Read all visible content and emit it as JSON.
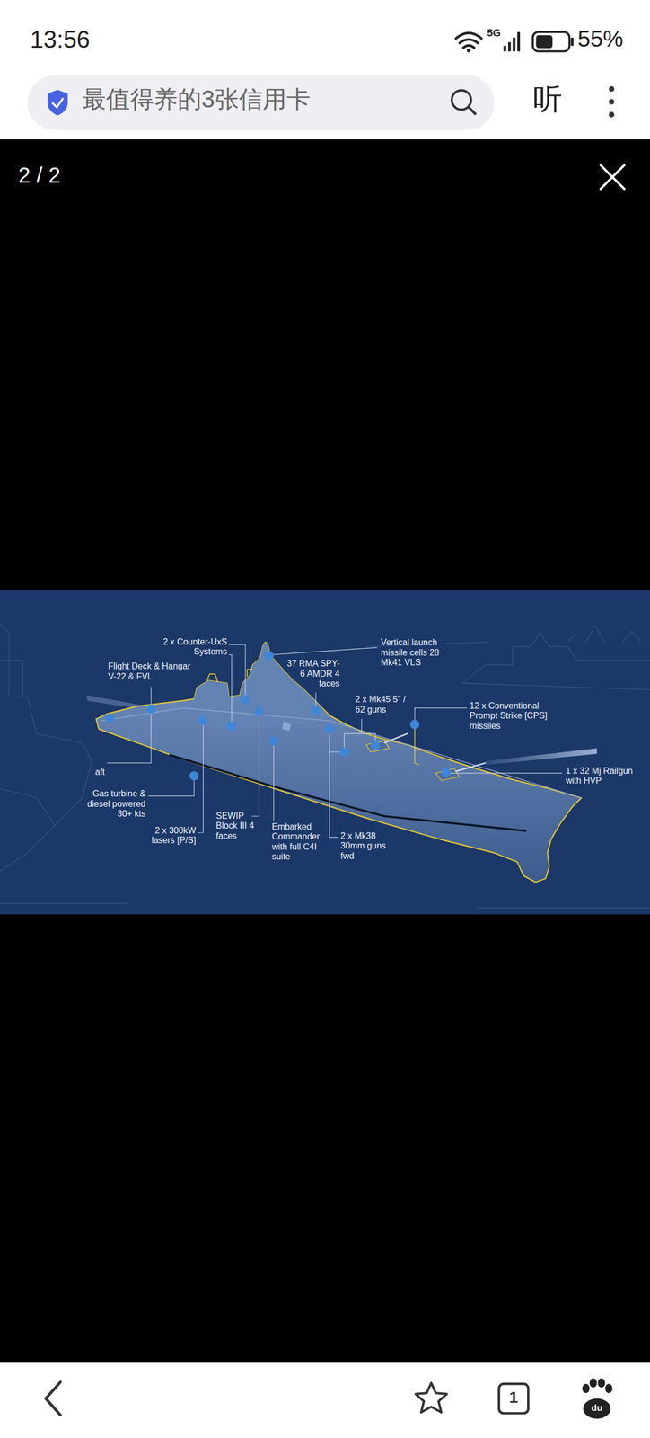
{
  "diagram": {
    "labels": [
      "13:56",
      "5G",
      "55%",
      "最值得养的3张信用卡",
      "听",
      "2 / 2",
      "2 x Counter-UxS Systems",
      "Flight Deck & Hangar V-22 & FVL",
      "37 RMA SPY-6 AMDR 4 faces",
      "Vertical launch missile cells 28 Mk41 VLS",
      "2 x Mk45 5\" / 62 guns",
      "12 x Conventional Prompt Strike [CPS] missiles",
      "1 x 32 Mj Railgun with HVP",
      "aft",
      "Gas turbine & diesel powered 30+ kts",
      "2 x 300kW lasers [P/S]",
      "SEWIP Block III 4 faces",
      "Embarked Commander with full C4I suite",
      "2 x Mk38 30mm guns fwd",
      "1",
      "du"
    ]
  }
}
